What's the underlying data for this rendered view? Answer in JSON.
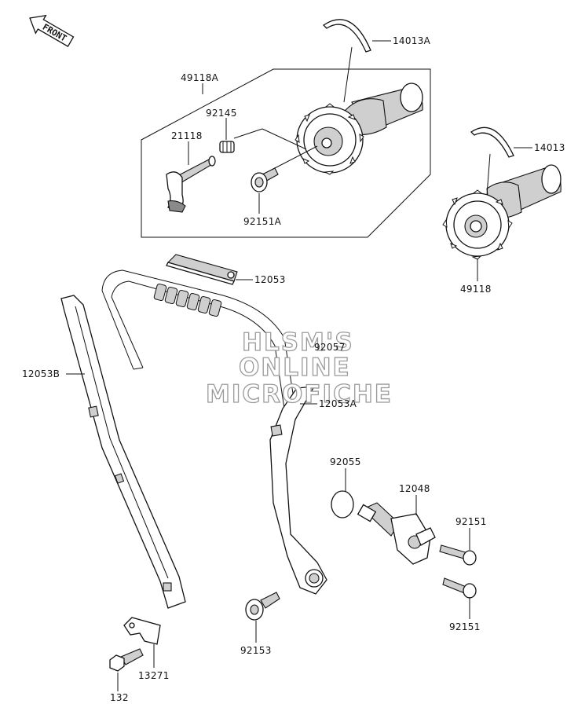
{
  "direction_marker": {
    "text": "FRONT"
  },
  "watermark": {
    "lines": [
      "HLSM'S",
      "ONLINE",
      "MICROFICHE"
    ]
  },
  "labels": {
    "p14013A": "14013A",
    "p49118A": "49118A",
    "p92145": "92145",
    "p21118": "21118",
    "p92151A": "92151A",
    "p14013": "14013",
    "p49118": "49118",
    "p12053": "12053",
    "p92057": "92057",
    "p12053B": "12053B",
    "p12053A": "12053A",
    "p92055": "92055",
    "p12048": "12048",
    "p92151_top": "92151",
    "p92151_bottom": "92151",
    "p92153": "92153",
    "p13271": "13271",
    "p132": "132"
  }
}
